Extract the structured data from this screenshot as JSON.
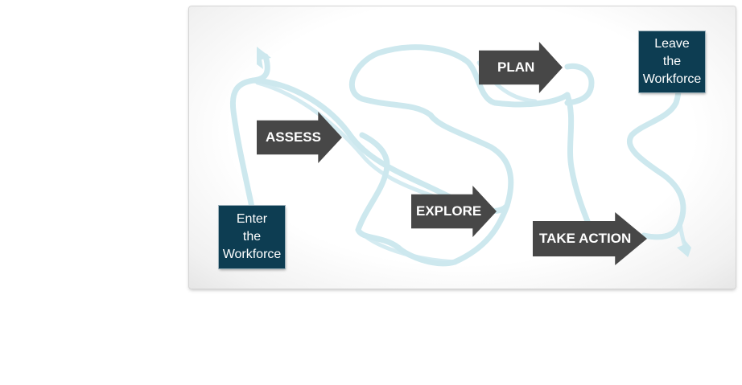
{
  "diagram": {
    "start_box": {
      "lines": [
        "Enter",
        "the",
        "Workforce"
      ]
    },
    "end_box": {
      "lines": [
        "Leave",
        "the",
        "Workforce"
      ]
    },
    "steps": [
      {
        "id": "assess",
        "label": "ASSESS"
      },
      {
        "id": "explore",
        "label": "EXPLORE"
      },
      {
        "id": "plan",
        "label": "PLAN"
      },
      {
        "id": "take-action",
        "label": "TAKE ACTION"
      }
    ]
  },
  "colors": {
    "path": "#cde8ee",
    "box": "#0d3d52",
    "arrow": "#474747",
    "panel": "#ffffff"
  }
}
